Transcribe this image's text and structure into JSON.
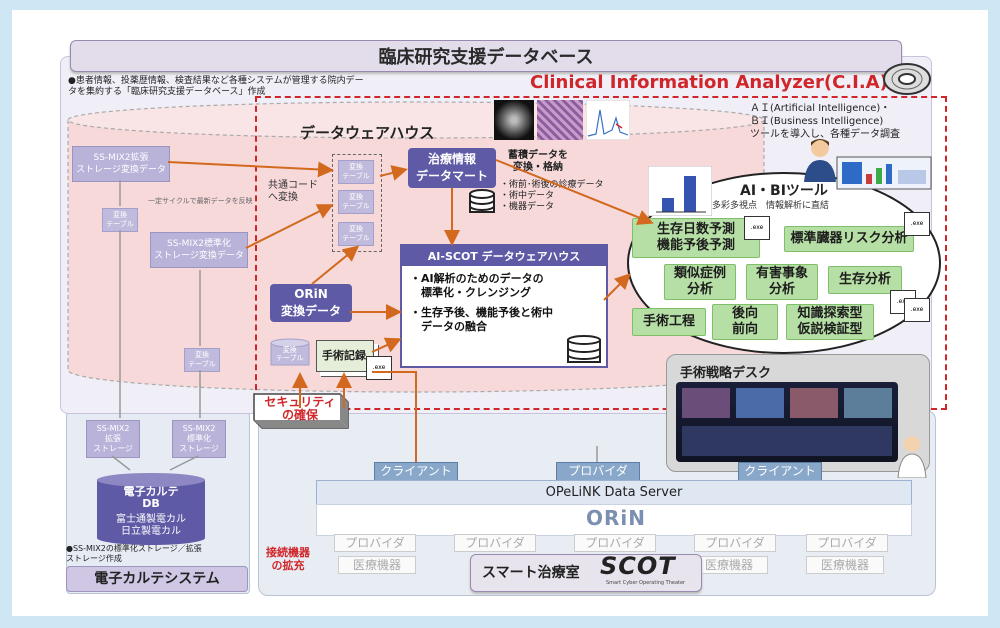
{
  "colors": {
    "frame": "#cfe6f5",
    "accent_red": "#d0262a",
    "purple": "#5e5aa6",
    "green": "#b6dfa6",
    "orange": "#d2691e",
    "lavender": "#cfc7e3"
  },
  "title": "臨床研究支援データベース",
  "note_top": "●患者情報、投薬歴情報、検査結果など各種システムが管理する院内データを集約する「臨床研究支援データベース」作成",
  "cia_title": "Clinical Information Analyzer(C.I.A)",
  "ai_bi_note": [
    "ＡＩ(Artificial Intelligence)・",
    "ＢＩ(Business Intelligence)",
    "ツールを導入し、各種データ調査"
  ],
  "dwh_title": "データウェアハウス",
  "ssmix_ext_conv": [
    "SS-MIX2拡張",
    "ストレージ変換データ"
  ],
  "ssmix_std_conv": [
    "SS-MIX2標準化",
    "ストレージ変換データ"
  ],
  "cycle_note": "一定サイクルで最新データを反映",
  "conv_table": [
    "変換",
    "テーブル"
  ],
  "common_code": [
    "共通コード",
    "へ変換"
  ],
  "treatment_mart": [
    "治療情報",
    "データマート"
  ],
  "accum": [
    "蓄積データを",
    "変換・格納"
  ],
  "accum_items": [
    "・術前･術後の診療データ",
    "・術中データ",
    "・機器データ"
  ],
  "aiscot_title": "AI-SCOT データウェアハウス",
  "aiscot_items": [
    "・AI解析のためのデータの",
    "　標準化・クレンジング",
    "・生存予後、機能予後と術中",
    "　データの融合"
  ],
  "orin_conv": [
    "ORiN",
    "変換データ"
  ],
  "surgery_record": "手術記録",
  "ai_tool": "AI・BIツール",
  "ai_tool_sub": "多彩多視点　情報解析に直結",
  "analysis": [
    "生存日数予測|機能予後予測",
    "標準臓器リスク分析",
    "類似症例|分析",
    "有害事象|分析",
    "生存分析",
    "手術工程",
    "後向|前向",
    "知識探索型|仮説検証型"
  ],
  "security": [
    "セキュリティ",
    "の確保"
  ],
  "surgical_desk": "手術戦略デスク",
  "ssmix_ext": [
    "SS-MIX2",
    "拡張",
    "ストレージ"
  ],
  "ssmix_std": [
    "SS-MIX2",
    "標準化",
    "ストレージ"
  ],
  "emr_db": [
    "電子カルテ",
    "DB"
  ],
  "emr_vendor": [
    "富士通製電カル",
    "日立製電カル"
  ],
  "ssmix_note": [
    "●SS-MIX2の標準化ストレージ／拡張",
    "ストレージ作成"
  ],
  "emr_system": "電子カルテシステム",
  "client": "クライアント",
  "provider": "プロバイダ",
  "opelink": "OPeLiNK Data Server",
  "orin_logo": "ORiN",
  "device_provider": "プロバイダ",
  "device": "医療機器",
  "expand": [
    "接続機器",
    "の拡充"
  ],
  "smart_room": "スマート治療室",
  "scot": "SCOT",
  "scot_sub": "Smart Cyber Operating Theater",
  "exe": ".exe"
}
